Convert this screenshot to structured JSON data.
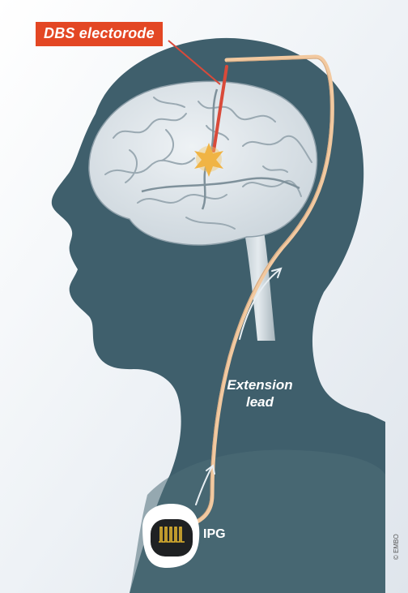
{
  "labels": {
    "electrode": "DBS electorode",
    "extension_line1": "Extension",
    "extension_line2": "lead",
    "ipg": "IPG",
    "copyright": "© EMBO"
  },
  "colors": {
    "silhouette": "#3f5f6c",
    "electrode_label_bg": "#e34724",
    "lead": "#f2c9a0",
    "brain": "#dce3e8",
    "ipg_waveform": "#e6b830"
  },
  "icons": {
    "target": "star-burst-icon",
    "ipg_device": "pulse-generator-icon"
  }
}
